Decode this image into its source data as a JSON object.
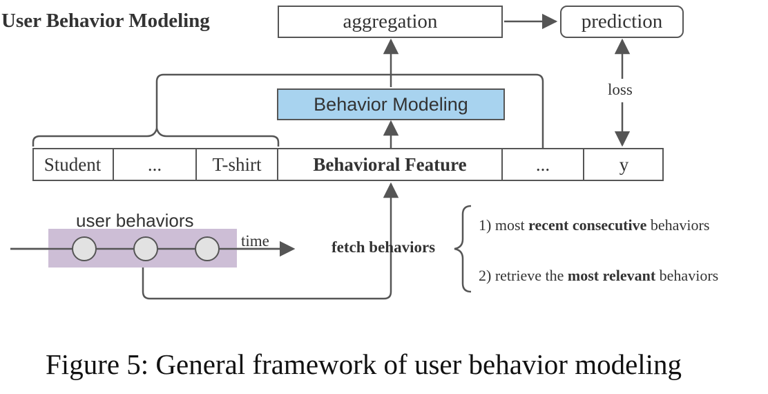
{
  "title": "User Behavior Modeling",
  "nodes": {
    "aggregation": "aggregation",
    "prediction": "prediction",
    "behavior_modeling": "Behavior Modeling",
    "loss": "loss"
  },
  "feature_row": [
    "Student",
    "...",
    "T-shirt",
    "Behavioral Feature",
    "...",
    "y"
  ],
  "sequence": {
    "label": "user behaviors",
    "axis_label": "time",
    "item_count": 3
  },
  "fetch": {
    "label": "fetch behaviors",
    "options": [
      {
        "prefix": "1) most ",
        "bold": "recent consecutive",
        "suffix": " behaviors"
      },
      {
        "prefix": "2) retrieve the ",
        "bold": "most relevant",
        "suffix": " behaviors"
      }
    ]
  },
  "caption": "Figure 5: General framework of user behavior modeling",
  "colors": {
    "stroke": "#555555",
    "behavior_modeling_fill": "#a8d3ef",
    "sequence_band": "#cdbed6",
    "node_fill": "#e2e2e2",
    "text": "#333333"
  }
}
